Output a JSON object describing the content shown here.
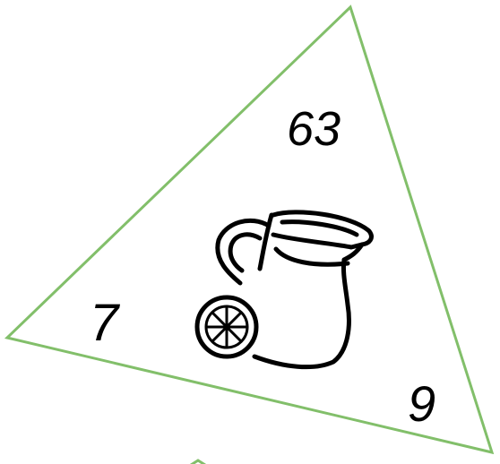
{
  "card": {
    "top_number": "63",
    "left_number": "7",
    "right_number": "9",
    "icon": "pitcher-with-lemon-icon",
    "stroke_color": "#82bf6a",
    "ink_color": "#000000"
  }
}
